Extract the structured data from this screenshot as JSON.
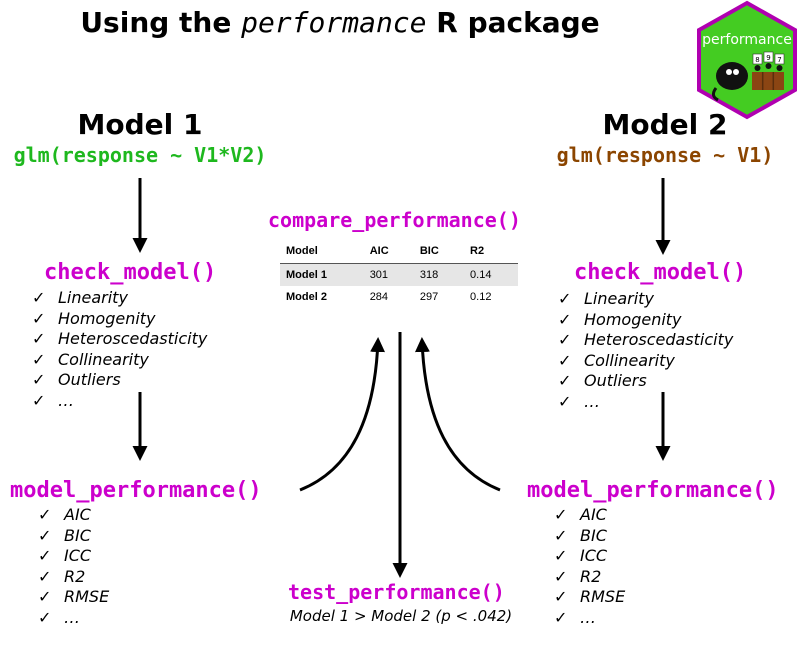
{
  "title": {
    "prefix": "Using the ",
    "emphasis": "performance",
    "suffix": " R package"
  },
  "logo": {
    "text": "performance",
    "digits": [
      "8",
      "9",
      "7"
    ],
    "hex_color": "#44cc22"
  },
  "colors": {
    "function": "#cc00cc",
    "model1_code": "#1eb81e",
    "model2_code": "#8b4500"
  },
  "model1": {
    "label": "Model 1",
    "code": "glm(response ~ V1*V2)",
    "check_fn": "check_model()",
    "checks": [
      "Linearity",
      "Homogenity",
      "Heteroscedasticity",
      "Collinearity",
      "Outliers",
      "…"
    ],
    "perf_fn": "model_performance()",
    "metrics": [
      "AIC",
      "BIC",
      "ICC",
      "R2",
      "RMSE",
      "…"
    ]
  },
  "model2": {
    "label": "Model 2",
    "code": "glm(response ~ V1)",
    "check_fn": "check_model()",
    "checks": [
      "Linearity",
      "Homogenity",
      "Heteroscedasticity",
      "Collinearity",
      "Outliers",
      "…"
    ],
    "perf_fn": "model_performance()",
    "metrics": [
      "AIC",
      "BIC",
      "ICC",
      "R2",
      "RMSE",
      "…"
    ]
  },
  "compare": {
    "fn": "compare_performance()",
    "headers": [
      "Model",
      "AIC",
      "BIC",
      "R2"
    ],
    "rows": [
      [
        "Model 1",
        "301",
        "318",
        "0.14"
      ],
      [
        "Model 2",
        "284",
        "297",
        "0.12"
      ]
    ]
  },
  "test": {
    "fn": "test_performance()",
    "result": "Model 1 > Model 2 (p < .042)"
  },
  "check_mark": "✓"
}
